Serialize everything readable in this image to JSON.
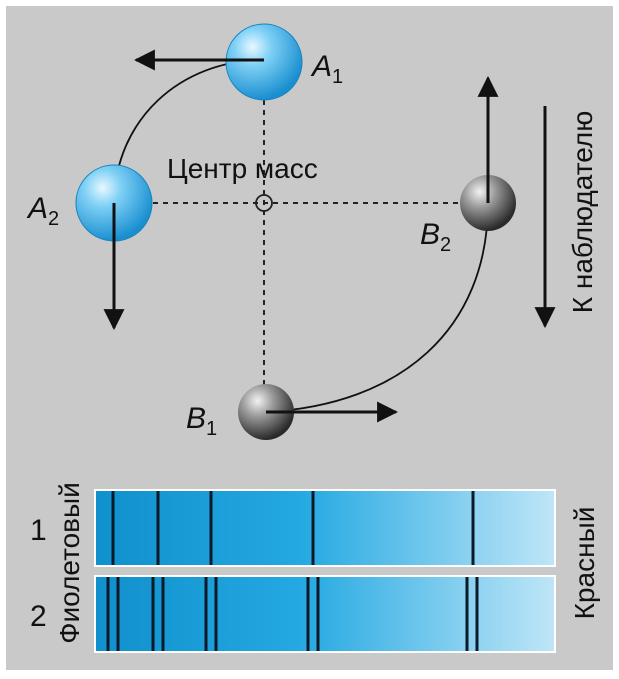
{
  "colors": {
    "background": "#c9c9c9",
    "frame": "#ffffff",
    "line": "#111111",
    "star_a": "#2aa8e6",
    "star_b": "#444444",
    "spectrum_light": "#b8e3f5",
    "spectrum_dark": "#1090cc"
  },
  "labels": {
    "a1_letter": "A",
    "a1_sub": "1",
    "a2_letter": "A",
    "a2_sub": "2",
    "b1_letter": "B",
    "b1_sub": "1",
    "b2_letter": "B",
    "b2_sub": "2",
    "center_of_mass": "Центр масс",
    "observer": "К наблюдателю",
    "violet": "Фиолетовый",
    "red": "Красный",
    "spectrum1_num": "1",
    "spectrum2_num": "2"
  }
}
